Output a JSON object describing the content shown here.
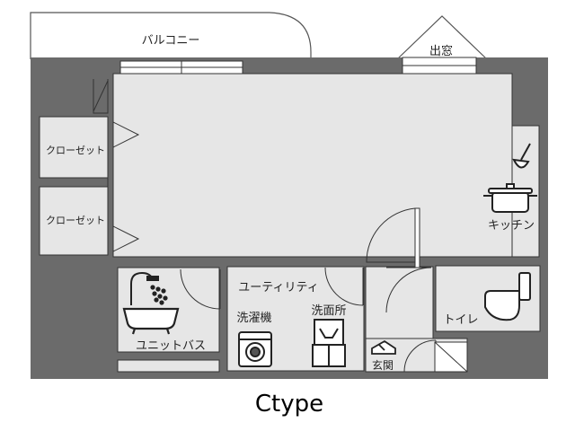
{
  "plan_title": "Ctype",
  "rooms": {
    "balcony": "バルコニー",
    "bay_window": "出窓",
    "closet_upper": "クローゼット",
    "closet_lower": "クローゼット",
    "kitchen": "キッチン",
    "utility": "ユーティリティ",
    "washing_machine": "洗濯機",
    "washroom": "洗面所",
    "toilet": "トイレ",
    "unit_bath": "ユニットバス",
    "entrance": "玄関"
  },
  "colors": {
    "wall": "#6b6b6b",
    "floor": "#e6e6e6",
    "line": "#333333",
    "outside": "#ffffff"
  },
  "icons": [
    "ladle-icon",
    "pot-icon",
    "shower-icon",
    "bathtub-icon",
    "washing-machine-icon",
    "washbasin-icon",
    "toilet-icon",
    "shoe-icon"
  ]
}
